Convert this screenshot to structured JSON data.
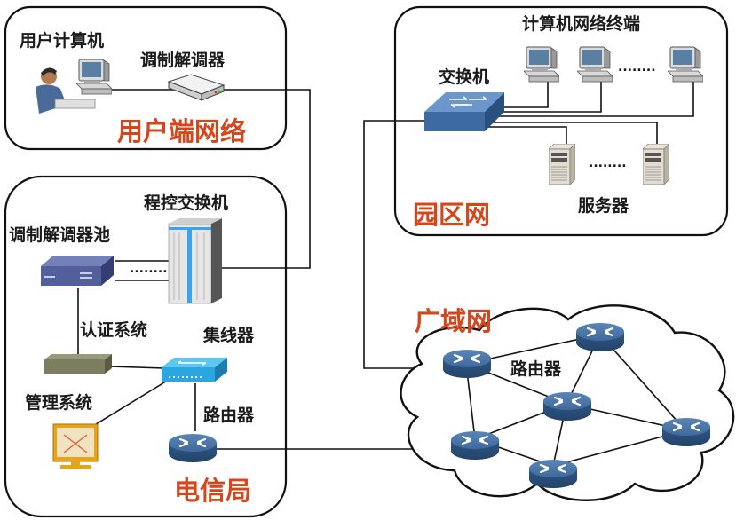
{
  "diagram": {
    "type": "network-topology",
    "regions": {
      "user_network": {
        "title": "用户端网络",
        "labels": {
          "user_computer": "用户计算机",
          "modem": "调制解调器"
        }
      },
      "telecom": {
        "title": "电信局",
        "labels": {
          "switch_exchange": "程控交换机",
          "modem_pool": "调制解调器池",
          "auth_system": "认证系统",
          "hub": "集线器",
          "management_system": "管理系统",
          "router": "路由器"
        }
      },
      "campus": {
        "title": "园区网",
        "labels": {
          "terminals": "计算机网络终端",
          "switch": "交换机",
          "servers": "服务器"
        }
      },
      "wan": {
        "title": "广域网",
        "labels": {
          "router": "路由器"
        }
      }
    },
    "ellipsis": "........",
    "colors": {
      "title": "#d4461c",
      "router": "#3b6694",
      "switch": "#4a78b0",
      "hub": "#2aa7e0",
      "modem_pool": "#4c5a9a",
      "line": "#111111"
    }
  }
}
